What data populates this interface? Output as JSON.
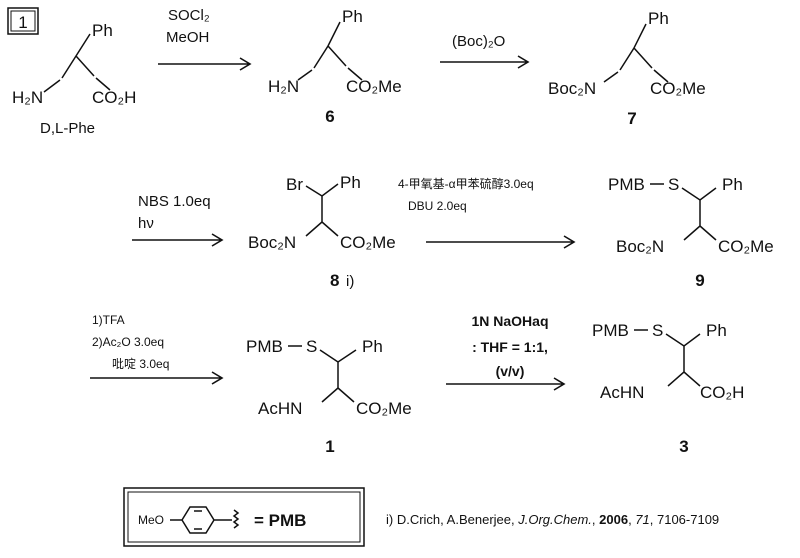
{
  "scheme_number": "1",
  "step1": {
    "sm_ph": "Ph",
    "sm_amine": "H₂N",
    "sm_acid": "CO₂H",
    "sm_name": "D,L-Phe",
    "reagent_1": "SOCl₂",
    "reagent_2": "MeOH",
    "p_ph": "Ph",
    "p_amine": "H₂N",
    "p_ester": "CO₂Me",
    "p_num": "6"
  },
  "step2": {
    "reagent": "(Boc)₂O",
    "p_ph": "Ph",
    "p_amine": "Boc₂N",
    "p_ester": "CO₂Me",
    "p_num": "7"
  },
  "step3": {
    "reagent_1": "NBS 1.0eq",
    "reagent_2": "hν",
    "p_br": "Br",
    "p_ph": "Ph",
    "p_amine": "Boc₂N",
    "p_ester": "CO₂Me",
    "p_num": "8",
    "p_ref": "i)"
  },
  "step4": {
    "reagent_1": "4-甲氧基-α甲苯硫醇3.0eq",
    "reagent_2": "DBU 2.0eq",
    "p_pmb": "PMB",
    "p_s": "S",
    "p_ph": "Ph",
    "p_amine": "Boc₂N",
    "p_ester": "CO₂Me",
    "p_num": "9"
  },
  "step5": {
    "reagent_1": "1)TFA",
    "reagent_2": "2)Ac₂O 3.0eq",
    "reagent_3": "吡啶 3.0eq",
    "p_pmb": "PMB",
    "p_s": "S",
    "p_ph": "Ph",
    "p_amine": "AcHN",
    "p_ester": "CO₂Me",
    "p_num": "1"
  },
  "step6": {
    "reagent_1": "1N NaOHaq",
    "reagent_2": ": THF = 1:1,",
    "reagent_3": "(v/v)",
    "p_pmb": "PMB",
    "p_s": "S",
    "p_ph": "Ph",
    "p_amine": "AcHN",
    "p_acid": "CO₂H",
    "p_num": "3"
  },
  "legend": {
    "meo": "MeO",
    "eq": "= PMB"
  },
  "citation": {
    "prefix": "i) D.Crich, A.Benerjee, ",
    "journal": "J.Org.Chem.",
    "year": "2006",
    "volume": "71",
    "pages": ", 7106-7109"
  }
}
